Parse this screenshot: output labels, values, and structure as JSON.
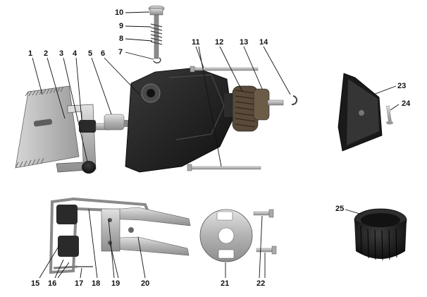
{
  "labels": [
    "1",
    "2",
    "3",
    "4",
    "5",
    "6",
    "7",
    "8",
    "9",
    "10",
    "11",
    "12",
    "13",
    "14",
    "15",
    "16",
    "17",
    "18",
    "19",
    "20",
    "21",
    "22",
    "23",
    "24",
    "25"
  ],
  "colors": {
    "background": "#ffffff",
    "label": "#111111",
    "housing": "#1c1c1c",
    "metal": "#b9b9b9",
    "metal_dark": "#7d7d7d"
  }
}
